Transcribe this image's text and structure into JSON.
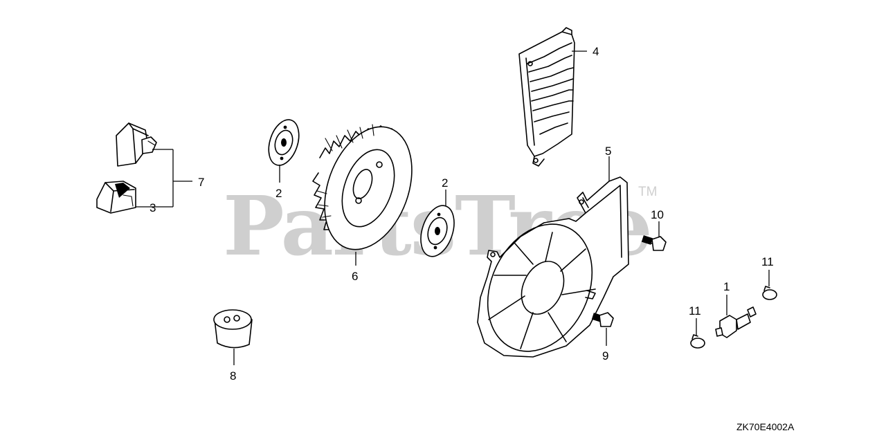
{
  "watermark": {
    "text": "PartsTree",
    "trademark": "TM"
  },
  "diagram_code": "ZK70E4002A",
  "callouts": {
    "p1": "1",
    "p2a": "2",
    "p2b": "2",
    "p3": "3",
    "p4": "4",
    "p5": "5",
    "p6": "6",
    "p7": "7",
    "p8": "8",
    "p9": "9",
    "p10": "10",
    "p11a": "11",
    "p11b": "11"
  }
}
